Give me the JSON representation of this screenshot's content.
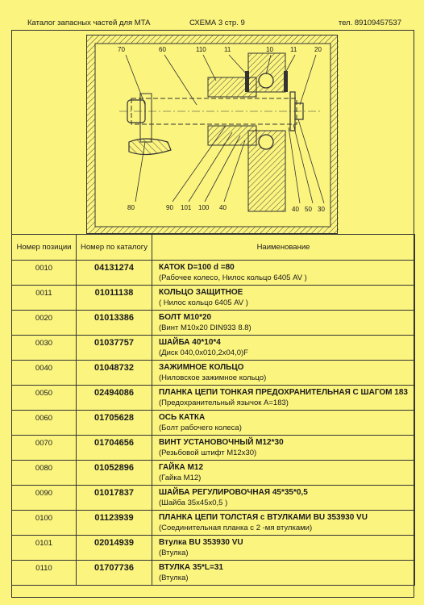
{
  "header": {
    "title": "Каталог запасных частей для МТА",
    "scheme": "СХЕМА 3  стр. 9",
    "phone": "тел. 89109457537"
  },
  "drawing": {
    "callouts_top": [
      "70",
      "60",
      "110",
      "11",
      "10",
      "11",
      "20"
    ],
    "callouts_bottom": [
      "80",
      "90",
      "101",
      "100",
      "40",
      "40",
      "50",
      "30"
    ]
  },
  "table": {
    "headers": {
      "position": "Номер позиции",
      "catalog": "Номер по каталогу",
      "name": "Наименование"
    },
    "rows": [
      {
        "pos": "0010",
        "cat": "04131274",
        "name": "КАТОК    D=100 d =80",
        "desc": "(Рабочее колесо,  Нилос кольцо 6405 AV )"
      },
      {
        "pos": "0011",
        "cat": "01011138",
        "name": "КОЛЬЦО ЗАЩИТНОЕ",
        "desc": "( Нилос кольцо 6405 AV )"
      },
      {
        "pos": "0020",
        "cat": "01013386",
        "name": "БОЛТ M10*20",
        "desc": "(Винт M10x20 DIN933 8.8)"
      },
      {
        "pos": "0030",
        "cat": "01037757",
        "name": "ШАЙБА 40*10*4",
        "desc": "(Диск 040,0x010,2x04,0)F"
      },
      {
        "pos": "0040",
        "cat": "01048732",
        "name": "ЗАЖИМНОЕ КОЛЬЦО",
        "desc": "(Ниловское  зажимное кольцо)"
      },
      {
        "pos": "0050",
        "cat": "02494086",
        "name": "ПЛАНКА ЦЕПИ ТОНКАЯ ПРЕДОХРАНИТЕЛЬНАЯ С ШАГОМ 183",
        "desc": "(Предохранительный язычок A=183)"
      },
      {
        "pos": "0060",
        "cat": "01705628",
        "name": " ОСЬ КАТКА",
        "desc": "(Болт рабочего колеса)"
      },
      {
        "pos": "0070",
        "cat": "01704656",
        "name": "ВИНТ  УСТАНОВОЧНЫЙ M12*30",
        "desc": "(Резьбовой штифт M12x30)"
      },
      {
        "pos": "0080",
        "cat": "01052896",
        "name": "ГАЙКА M12",
        "desc": "(Гайка M12)"
      },
      {
        "pos": "0090",
        "cat": "01017837",
        "name": "ШАЙБА РЕГУЛИРОВОЧНАЯ 45*35*0,5",
        "desc": "(Шайба 35x45x0,5 )"
      },
      {
        "pos": "0100",
        "cat": "01123939",
        "name": "ПЛАНКА ЦЕПИ ТОЛСТАЯ с ВТУЛКАМИ BU 353930 VU",
        "desc": "(Соединительная планка с 2 -мя втулками)"
      },
      {
        "pos": "0101",
        "cat": "02014939",
        "name": "Втулка BU 353930 VU",
        "desc": " (Втулка)"
      },
      {
        "pos": "0110",
        "cat": "01707736",
        "name": "ВТУЛКА 35*L=31",
        "desc": "(Втулка)"
      }
    ]
  }
}
